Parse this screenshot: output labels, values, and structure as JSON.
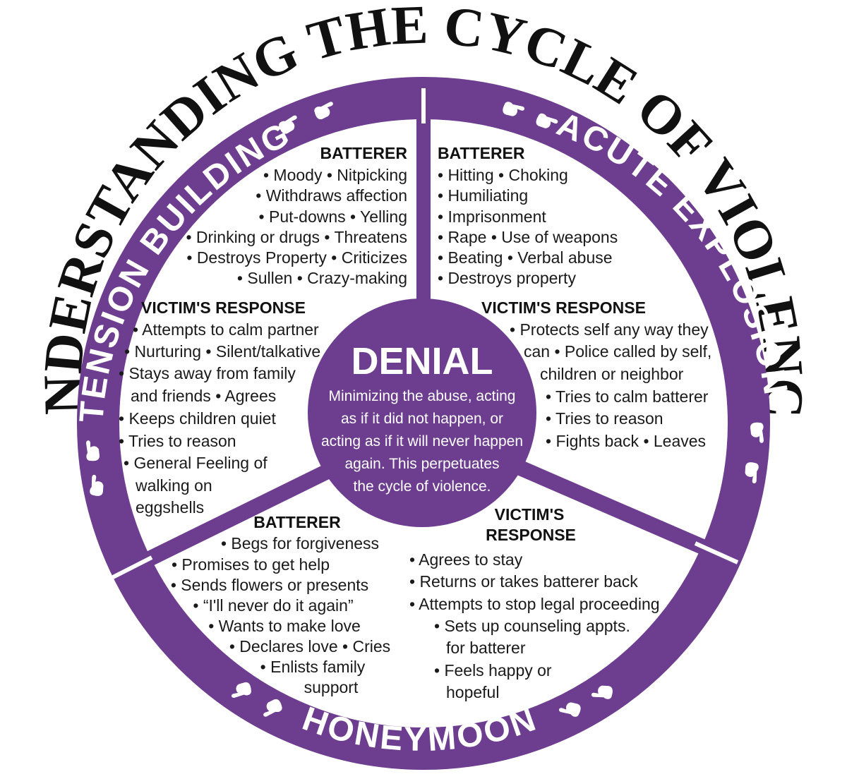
{
  "title": "UNDERSTANDING THE CYCLE OF VIOLENCE",
  "colors": {
    "purple": "#6d3d8f",
    "text": "#111111",
    "white": "#ffffff"
  },
  "icons": [
    "pointing-hand-icon"
  ],
  "phases": {
    "tension_building": {
      "label": "TENSION BUILDING",
      "batterer": {
        "heading": "BATTERER",
        "lines": [
          "• Moody • Nitpicking",
          "• Withdraws affection",
          "• Put-downs • Yelling",
          "• Drinking or drugs • Threatens",
          "• Destroys Property • Criticizes",
          "• Sullen • Crazy-making"
        ]
      },
      "victim": {
        "heading": "VICTIM'S RESPONSE",
        "lines": [
          "• Attempts to calm partner",
          "• Nurturing • Silent/talkative",
          "• Stays away from family",
          "and friends • Agrees",
          "• Keeps children quiet",
          "• Tries to reason",
          "• General Feeling of",
          "walking on",
          "eggshells"
        ]
      }
    },
    "acute_explosion": {
      "label": "ACUTE EXPLOSION",
      "batterer": {
        "heading": "BATTERER",
        "lines": [
          "• Hitting • Choking",
          "• Humiliating",
          "• Imprisonment",
          "• Rape • Use of weapons",
          "• Beating • Verbal abuse",
          "• Destroys property"
        ]
      },
      "victim": {
        "heading": "VICTIM'S RESPONSE",
        "lines": [
          "• Protects self any way they",
          "can • Police called by self,",
          "children or neighbor",
          "• Tries to calm batterer",
          "• Tries to reason",
          "• Fights back • Leaves"
        ]
      }
    },
    "honeymoon": {
      "label": "HONEYMOON",
      "batterer": {
        "heading": "BATTERER",
        "lines": [
          "• Begs for forgiveness",
          "• Promises to get help",
          "• Sends flowers or presents",
          "• “I'll never do it again”",
          "• Wants to make love",
          "• Declares love • Cries",
          "• Enlists family",
          "support"
        ]
      },
      "victim": {
        "heading_lines": [
          "VICTIM'S",
          "RESPONSE"
        ],
        "lines": [
          "• Agrees to stay",
          "• Returns or takes batterer back",
          "• Attempts to stop legal proceeding",
          "• Sets up counseling appts.",
          "for batterer",
          "• Feels happy or",
          "hopeful"
        ]
      }
    }
  },
  "denial": {
    "title": "DENIAL",
    "lines": [
      "Minimizing the abuse, acting",
      "as if it did not happen, or",
      "acting as if it will never happen",
      "again. This perpetuates",
      "the cycle of violence."
    ]
  }
}
